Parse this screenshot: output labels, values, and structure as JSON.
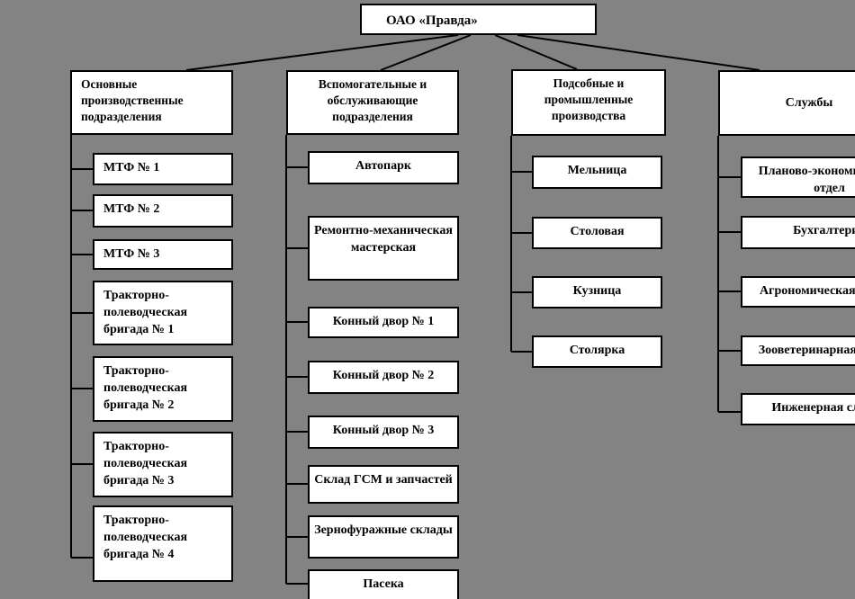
{
  "colors": {
    "background": "#838383",
    "box_fill": "#ffffff",
    "line": "#000000"
  },
  "root": {
    "label": "ОАО «Правда»"
  },
  "columns": [
    {
      "header": "Основные производственные подразделения",
      "items": [
        "МТФ № 1",
        "МТФ № 2",
        "МТФ № 3",
        "Тракторно-полеводческая бригада № 1",
        "Тракторно-полеводческая бригада № 2",
        "Тракторно-полеводческая бригада № 3",
        "Тракторно-полеводческая бригада № 4"
      ]
    },
    {
      "header": "Вспомогательные и обслуживающие подразделения",
      "items": [
        "Автопарк",
        "Ремонтно-механическая мастерская",
        "Конный двор № 1",
        "Конный двор № 2",
        "Конный двор № 3",
        "Склад ГСМ и запчастей",
        "Зернофуражные склады",
        "Пасека"
      ]
    },
    {
      "header": "Подсобные и промышленные производства",
      "items": [
        "Мельница",
        "Столовая",
        "Кузница",
        "Столярка"
      ]
    },
    {
      "header": "Службы",
      "items": [
        "Планово-экономический отдел",
        "Бухгалтерия",
        "Агрономическая служба",
        "Зооветеринарная служба",
        "Инженерная служба"
      ]
    }
  ]
}
